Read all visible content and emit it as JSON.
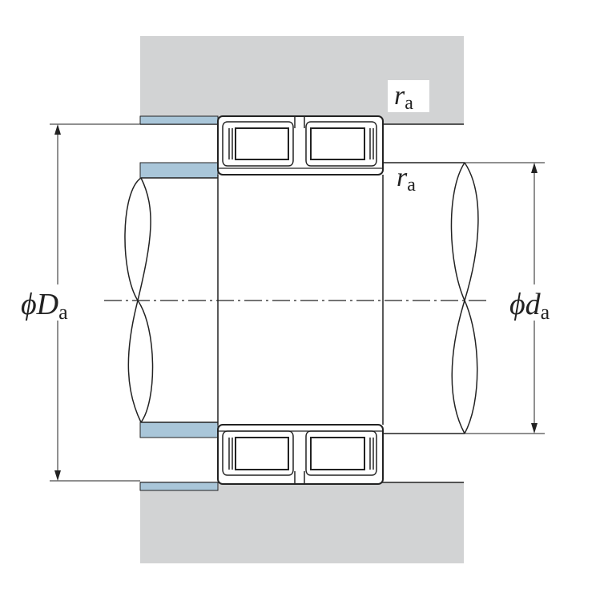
{
  "labels": {
    "fillet_outer": {
      "sym": "r",
      "sub": "a"
    },
    "fillet_inner": {
      "sym": "r",
      "sub": "a"
    },
    "housing_dia": {
      "phi": "ϕ",
      "sym": "D",
      "sub": "a"
    },
    "shaft_dia": {
      "phi": "ϕ",
      "sym": "d",
      "sub": "a"
    }
  },
  "colors": {
    "housing": "#d2d3d4",
    "spacer": "#a9c6d9",
    "line": "#222222",
    "background": "#ffffff"
  }
}
